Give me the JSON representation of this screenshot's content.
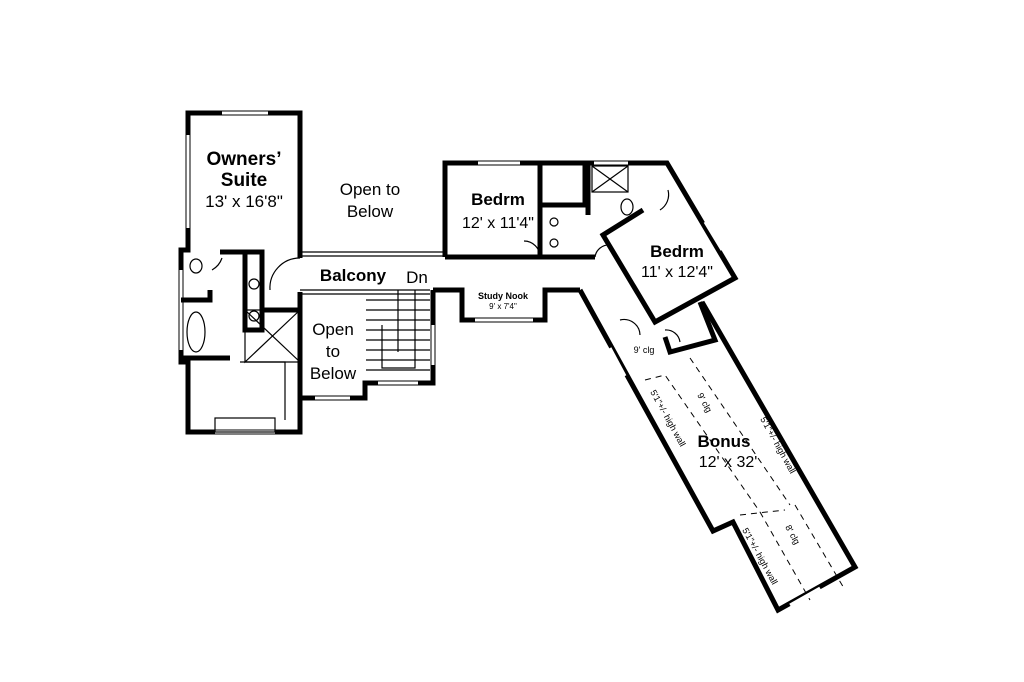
{
  "rooms": {
    "owners_suite": {
      "name_line1": "Owners’",
      "name_line2": "Suite",
      "size": "13' x 16'8\""
    },
    "open_upper": {
      "line1": "Open to",
      "line2": "Below"
    },
    "open_lower": {
      "line1": "Open",
      "line2": "to",
      "line3": "Below"
    },
    "balcony": {
      "name": "Balcony"
    },
    "stairs": {
      "label": "Dn"
    },
    "study_nook": {
      "name": "Study Nook",
      "size": "9' x 7'4\""
    },
    "bedroom1": {
      "name": "Bedrm",
      "size": "12' x 11'4\""
    },
    "bedroom2": {
      "name": "Bedrm",
      "size": "11' x 12'4\""
    },
    "bonus": {
      "name": "Bonus",
      "size": "12' x 32'"
    }
  },
  "annotations": {
    "hall_ceiling": "9' clg",
    "bonus_ceiling_upper": "9' clg",
    "bonus_ceiling_lower": "8' clg",
    "wall_left_upper": "5'1\"+/- high wall",
    "wall_right": "5'1\"+/- high wall",
    "wall_left_lower": "5'1\"+/- high wall"
  }
}
